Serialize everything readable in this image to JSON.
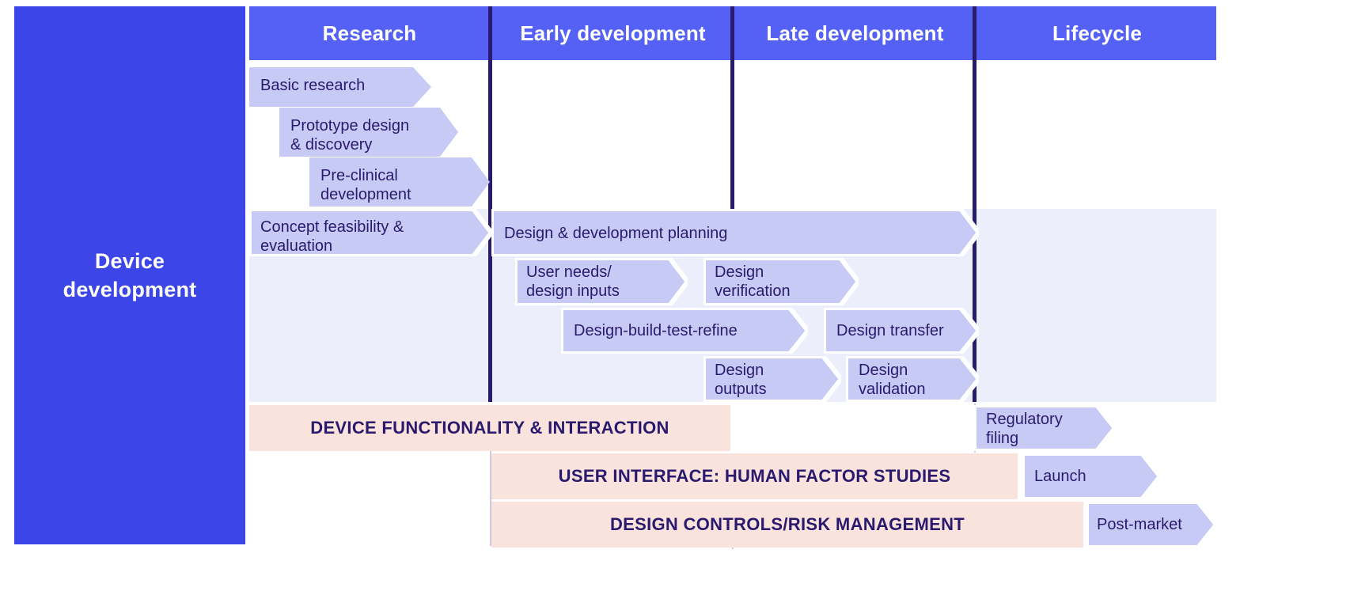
{
  "colors": {
    "sidebar_blue": "#3b45e8",
    "header_blue": "#5561f5",
    "arrow_fill": "#c6caf5",
    "light_band": "#eceefb",
    "pink_bar": "#fae3dc",
    "ink": "#2a1a6e",
    "divider": "#2a1a6e"
  },
  "sidebar": {
    "label": "Device\ndevelopment"
  },
  "phases": [
    {
      "label": "Research"
    },
    {
      "label": "Early development"
    },
    {
      "label": "Late development"
    },
    {
      "label": "Lifecycle"
    }
  ],
  "arrows": [
    {
      "id": "basic-research",
      "label": "Basic research"
    },
    {
      "id": "prototype-design",
      "label": "Prototype design\n& discovery"
    },
    {
      "id": "pre-clinical-development",
      "label": "Pre-clinical\ndevelopment"
    },
    {
      "id": "concept-feasibility",
      "label": "Concept feasibility &\nevaluation"
    },
    {
      "id": "design-development-planning",
      "label": "Design & development planning"
    },
    {
      "id": "user-needs-design-inputs",
      "label": "User needs/\ndesign inputs"
    },
    {
      "id": "design-verification",
      "label": "Design\nverification"
    },
    {
      "id": "design-build-test-refine",
      "label": "Design-build-test-refine"
    },
    {
      "id": "design-transfer",
      "label": "Design transfer"
    },
    {
      "id": "design-outputs",
      "label": "Design\noutputs"
    },
    {
      "id": "design-validation",
      "label": "Design\nvalidation"
    },
    {
      "id": "regulatory-filing",
      "label": "Regulatory\nfiling"
    },
    {
      "id": "launch",
      "label": "Launch"
    },
    {
      "id": "post-market",
      "label": "Post-market"
    }
  ],
  "bars": [
    {
      "id": "device-functionality",
      "label": "DEVICE FUNCTIONALITY & INTERACTION"
    },
    {
      "id": "user-interface",
      "label": "USER INTERFACE: HUMAN FACTOR STUDIES"
    },
    {
      "id": "design-controls",
      "label": "DESIGN CONTROLS/RISK MANAGEMENT"
    }
  ],
  "chart_data": {
    "type": "table",
    "title": "Device development lifecycle roadmap",
    "columns": [
      "Research",
      "Early development",
      "Late development",
      "Lifecycle"
    ],
    "swimlane": "Device development",
    "rows": [
      {
        "item": "Basic research",
        "spans": [
          "Research"
        ]
      },
      {
        "item": "Prototype design & discovery",
        "spans": [
          "Research"
        ]
      },
      {
        "item": "Pre-clinical development",
        "spans": [
          "Research"
        ]
      },
      {
        "item": "Concept feasibility & evaluation",
        "spans": [
          "Research"
        ]
      },
      {
        "item": "Design & development planning",
        "spans": [
          "Early development",
          "Late development"
        ]
      },
      {
        "item": "User needs/design inputs",
        "spans": [
          "Early development"
        ]
      },
      {
        "item": "Design verification",
        "spans": [
          "Late development"
        ]
      },
      {
        "item": "Design-build-test-refine",
        "spans": [
          "Early development",
          "Late development"
        ]
      },
      {
        "item": "Design transfer",
        "spans": [
          "Late development"
        ]
      },
      {
        "item": "Design outputs",
        "spans": [
          "Late development"
        ]
      },
      {
        "item": "Design validation",
        "spans": [
          "Late development"
        ]
      },
      {
        "item": "Regulatory filing",
        "spans": [
          "Lifecycle"
        ]
      },
      {
        "item": "Launch",
        "spans": [
          "Lifecycle"
        ]
      },
      {
        "item": "Post-market",
        "spans": [
          "Lifecycle"
        ]
      },
      {
        "item": "DEVICE FUNCTIONALITY & INTERACTION",
        "spans": [
          "Research",
          "Early development"
        ]
      },
      {
        "item": "USER INTERFACE: HUMAN FACTOR STUDIES",
        "spans": [
          "Early development",
          "Late development"
        ]
      },
      {
        "item": "DESIGN CONTROLS/RISK MANAGEMENT",
        "spans": [
          "Early development",
          "Late development"
        ]
      }
    ]
  }
}
